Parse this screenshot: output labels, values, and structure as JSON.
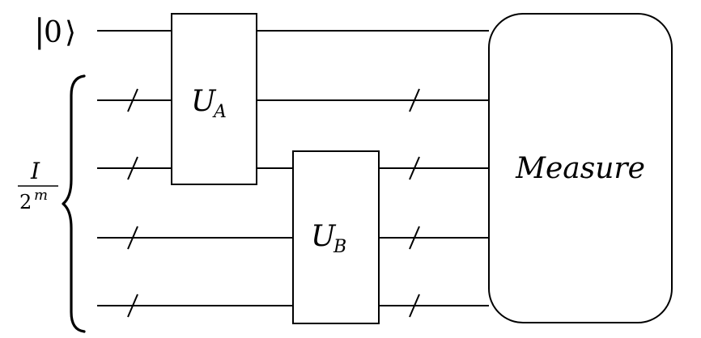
{
  "input_label": {
    "left_bar": "|",
    "value": "0",
    "right_angle": "⟩"
  },
  "register_label": {
    "numerator": "I",
    "denominator_base": "2",
    "denominator_exponent": "m"
  },
  "gates": [
    {
      "symbol": "U",
      "subscript": "A"
    },
    {
      "symbol": "U",
      "subscript": "B"
    }
  ],
  "measure_label": "Measure",
  "colors": {
    "stroke": "#000000",
    "background": "#ffffff"
  }
}
